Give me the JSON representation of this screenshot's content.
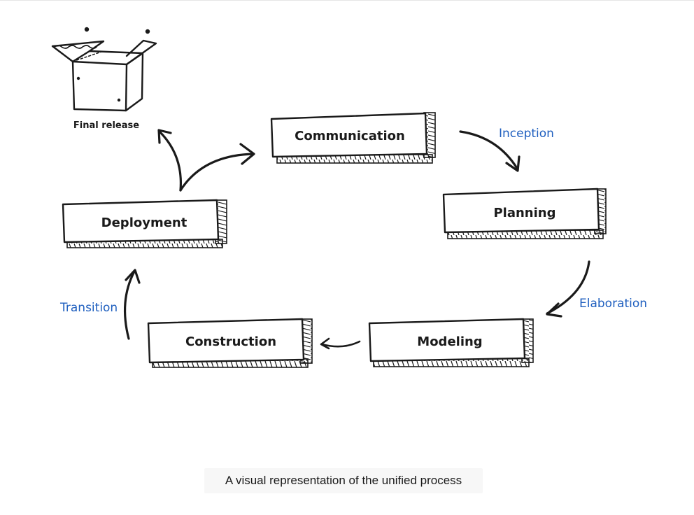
{
  "diagram": {
    "final_release_label": "Final release",
    "stages": {
      "communication": "Communication",
      "planning": "Planning",
      "modeling": "Modeling",
      "construction": "Construction",
      "deployment": "Deployment"
    },
    "phases": {
      "inception": "Inception",
      "elaboration": "Elaboration",
      "transition": "Transition"
    },
    "colors": {
      "phase_text": "#1f5fbf",
      "stroke": "#1a1a1a"
    }
  },
  "caption": "A visual representation of the unified process"
}
